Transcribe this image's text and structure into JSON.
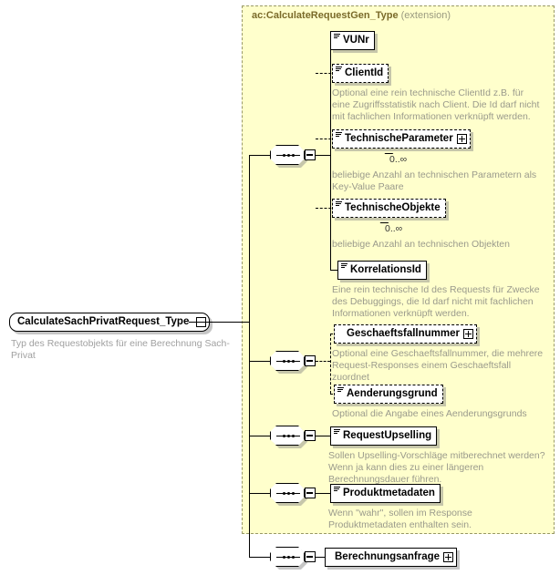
{
  "diagram": {
    "type": "xsd-schema-tree",
    "root": {
      "name": "CalculateSachPrivatRequest_Type",
      "doc": "Typ des Requestobjekts für eine Berechnung Sach-Privat",
      "collapse_icon": "minus-box-icon"
    },
    "extension": {
      "title": "ac:CalculateRequestGen_Type",
      "suffix": "(extension)",
      "color": "#ffffcc"
    },
    "sequences": [
      {
        "name": "sequence-node-1",
        "icon": "sequence-icon"
      },
      {
        "name": "sequence-node-2",
        "icon": "sequence-icon"
      },
      {
        "name": "sequence-node-3",
        "icon": "sequence-icon"
      },
      {
        "name": "sequence-node-4",
        "icon": "sequence-icon"
      },
      {
        "name": "sequence-node-5",
        "icon": "sequence-icon"
      }
    ],
    "elements": [
      {
        "id": "vunr",
        "label": "VUNr",
        "optional": false,
        "expandable": false,
        "doc": "",
        "cardinality": ""
      },
      {
        "id": "clientid",
        "label": "ClientId",
        "optional": true,
        "expandable": false,
        "doc": "Optional eine rein technische ClientId z.B. für eine Zugriffsstatistik nach Client. Die Id darf nicht mit fachlichen Informationen verknüpft werden.",
        "cardinality": ""
      },
      {
        "id": "technischeparameter",
        "label": "TechnischeParameter",
        "optional": true,
        "expandable": true,
        "doc": "beliebige Anzahl an technischen Parametern als Key-Value Paare",
        "cardinality": "0..∞"
      },
      {
        "id": "technischeobjekte",
        "label": "TechnischeObjekte",
        "optional": true,
        "expandable": false,
        "doc": "beliebige Anzahl an technischen Objekten",
        "cardinality": "0..∞"
      },
      {
        "id": "korrelationsid",
        "label": "KorrelationsId",
        "optional": false,
        "expandable": false,
        "doc": "Eine rein technische Id des Requests für Zwecke des Debuggings, die Id darf nicht mit fachlichen Informationen verknüpft werden.",
        "cardinality": ""
      },
      {
        "id": "geschaeftsfallnummer",
        "label": "Geschaeftsfallnummer",
        "optional": true,
        "expandable": true,
        "doc": "Optional eine Geschaeftsfallnummer, die mehrere Request-Responses einem Geschaeftsfall zuordnet",
        "cardinality": ""
      },
      {
        "id": "aenderungsgrund",
        "label": "Aenderungsgrund",
        "optional": true,
        "expandable": false,
        "doc": "Optional die Angabe eines Aenderungsgrunds",
        "cardinality": ""
      },
      {
        "id": "requestupselling",
        "label": "RequestUpselling",
        "optional": false,
        "expandable": false,
        "doc": "Sollen Upselling-Vorschläge mitberechnet werden? Wenn ja kann dies zu einer längeren Berechnungsdauer führen.",
        "cardinality": ""
      },
      {
        "id": "produktmetadaten",
        "label": "Produktmetadaten",
        "optional": false,
        "expandable": false,
        "doc": "Wenn \"wahr\", sollen im Response Produktmetadaten enthalten sein.",
        "cardinality": ""
      },
      {
        "id": "berechnungsanfrage",
        "label": "Berechnungsanfrage",
        "optional": false,
        "expandable": true,
        "doc": "",
        "cardinality": ""
      }
    ]
  }
}
